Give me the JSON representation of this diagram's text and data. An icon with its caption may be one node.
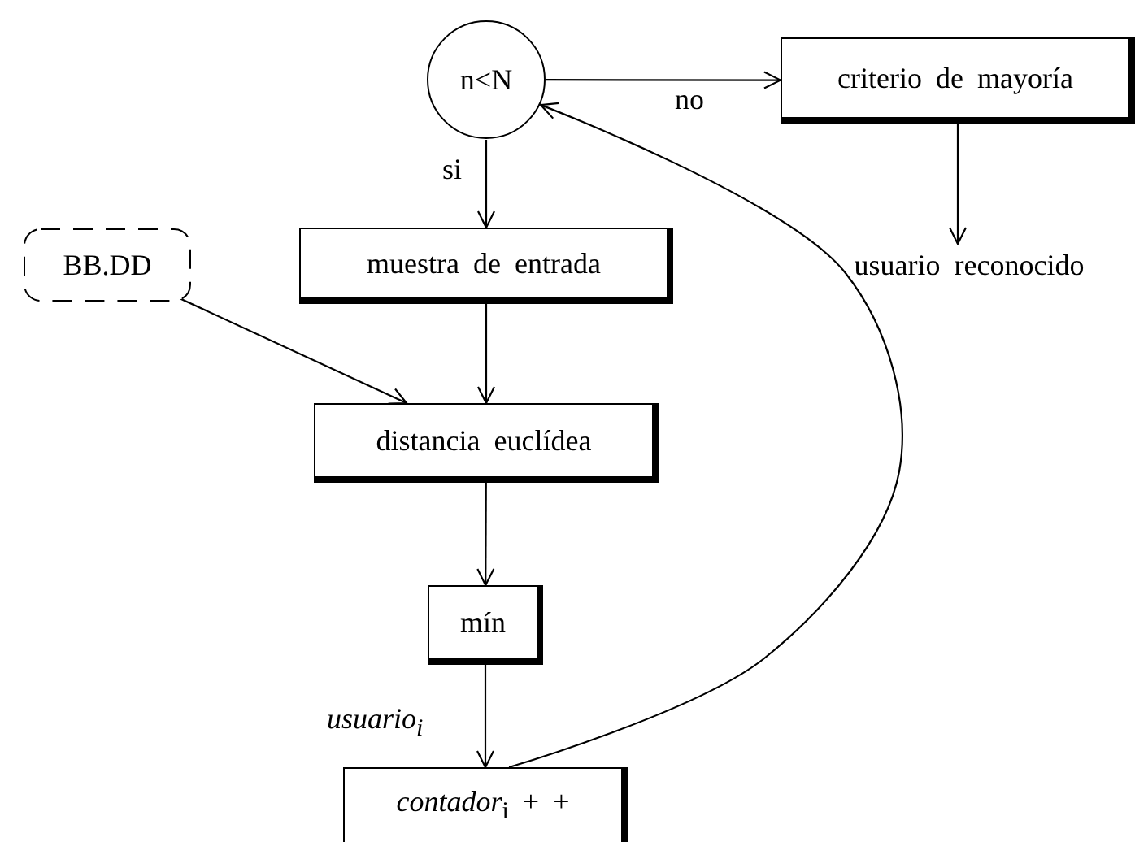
{
  "diagram": {
    "nodes": [
      {
        "text": [
          "n<N"
        ]
      },
      {
        "text": [
          "criterio de mayoría"
        ]
      },
      {
        "text": [
          "usuario reconocido"
        ]
      },
      {
        "text": [
          "BB.DD"
        ]
      },
      {
        "text": [
          "muestra de entrada"
        ]
      },
      {
        "text": [
          "distancia euclídea"
        ]
      },
      {
        "text": [
          "mín"
        ]
      },
      {
        "text": [
          "*contador*$_{i}$ + +"
        ]
      }
    ],
    "edges": [
      {
        "from": 0,
        "to": 1,
        "arrow": "to",
        "label": "no"
      },
      {
        "from": 1,
        "to": 2,
        "arrow": "to"
      },
      {
        "from": 0,
        "to": 4,
        "arrow": "to",
        "label": "si"
      },
      {
        "from": 3,
        "to": 5,
        "arrow": "to"
      },
      {
        "from": 4,
        "to": 5,
        "arrow": "to"
      },
      {
        "from": 5,
        "to": 6,
        "arrow": "to"
      },
      {
        "from": 6,
        "to": 7,
        "arrow": "to",
        "label": "usuario$_{i}$"
      },
      {
        "from": 7,
        "to": 0,
        "arrow": "to"
      }
    ]
  }
}
